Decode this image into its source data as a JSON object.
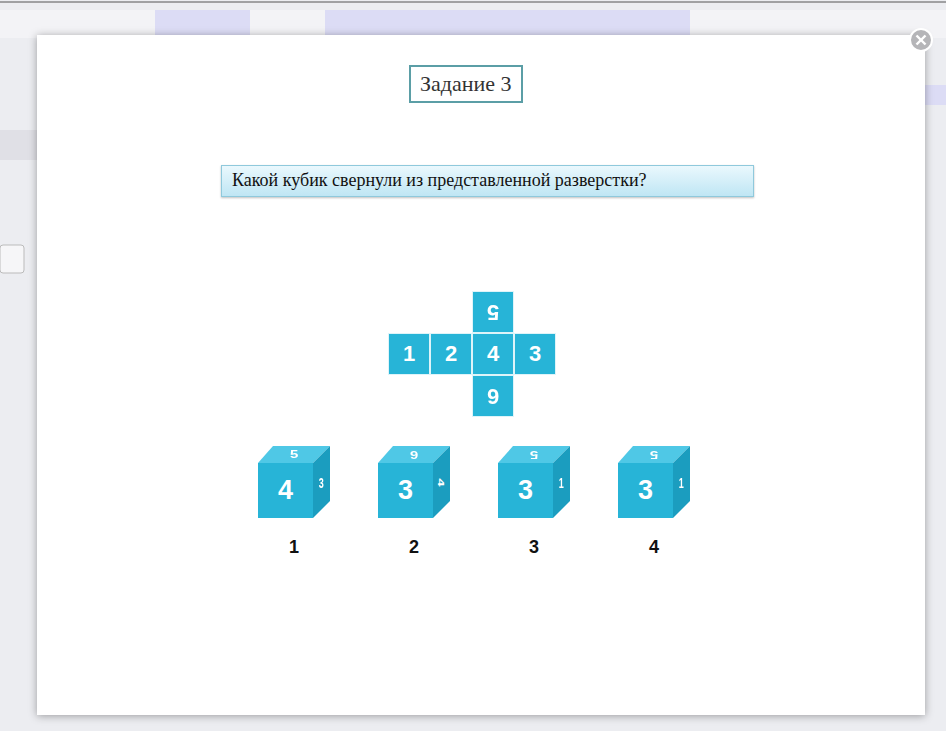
{
  "diagram": {
    "title": "Задание 3",
    "nodes": [
      {
        "text": [
          "Какой кубик свернули из представленной разверстки?"
        ]
      },
      {
        "text": [
          "5"
        ]
      },
      {
        "text": [
          "1"
        ]
      },
      {
        "text": [
          "2"
        ]
      },
      {
        "text": [
          "4"
        ]
      },
      {
        "text": [
          "3"
        ]
      },
      {
        "text": [
          "6"
        ]
      }
    ],
    "labels": [
      "5",
      "4",
      "3",
      "1",
      "6",
      "3",
      "4",
      "2",
      "5",
      "3",
      "1",
      "3",
      "5",
      "3",
      "1",
      "4"
    ]
  }
}
